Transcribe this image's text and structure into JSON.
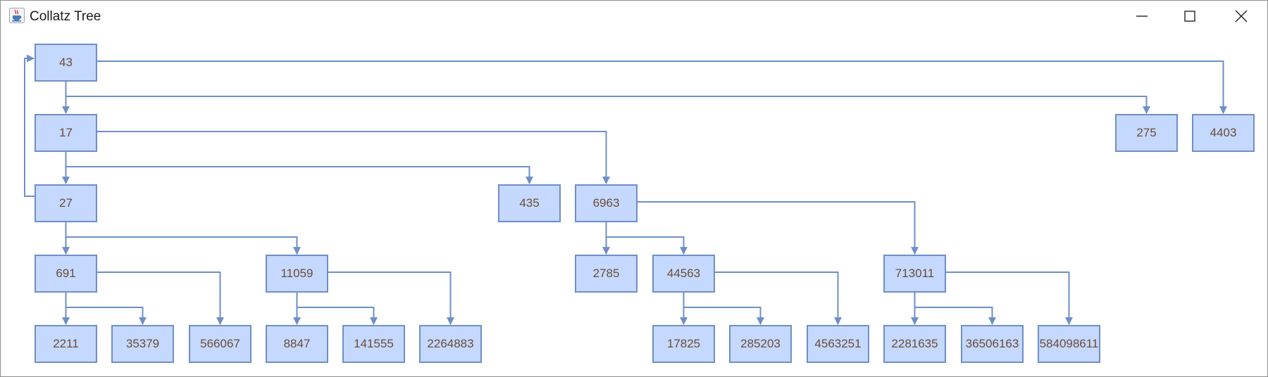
{
  "window": {
    "title": "Collatz Tree",
    "app_icon": "java-coffee-cup-icon",
    "controls": [
      "minimize-icon",
      "maximize-icon",
      "close-icon"
    ]
  },
  "colors": {
    "node_fill": "#c5d8fd",
    "node_border": "#6e8fc7",
    "edge": "#6e8fc7",
    "text": "#6a4d3a"
  },
  "tree": {
    "nodes": [
      {
        "id": "n43",
        "label": "43"
      },
      {
        "id": "n17",
        "label": "17"
      },
      {
        "id": "n27",
        "label": "27"
      },
      {
        "id": "n691",
        "label": "691"
      },
      {
        "id": "n11059",
        "label": "11059"
      },
      {
        "id": "n2211",
        "label": "2211"
      },
      {
        "id": "n35379",
        "label": "35379"
      },
      {
        "id": "n566067",
        "label": "566067"
      },
      {
        "id": "n8847",
        "label": "8847"
      },
      {
        "id": "n141555",
        "label": "141555"
      },
      {
        "id": "n2264883",
        "label": "2264883"
      },
      {
        "id": "n435",
        "label": "435"
      },
      {
        "id": "n6963",
        "label": "6963"
      },
      {
        "id": "n2785",
        "label": "2785"
      },
      {
        "id": "n44563",
        "label": "44563"
      },
      {
        "id": "n713011",
        "label": "713011"
      },
      {
        "id": "n17825",
        "label": "17825"
      },
      {
        "id": "n285203",
        "label": "285203"
      },
      {
        "id": "n4563251",
        "label": "4563251"
      },
      {
        "id": "n2281635",
        "label": "2281635"
      },
      {
        "id": "n36506163",
        "label": "36506163"
      },
      {
        "id": "n584098611",
        "label": "584098611"
      },
      {
        "id": "n275",
        "label": "275"
      },
      {
        "id": "n4403",
        "label": "4403"
      }
    ],
    "edges": [
      [
        "n43",
        "n17"
      ],
      [
        "n43",
        "n275"
      ],
      [
        "n43",
        "n4403"
      ],
      [
        "n17",
        "n27"
      ],
      [
        "n17",
        "n435"
      ],
      [
        "n17",
        "n6963"
      ],
      [
        "n27",
        "n691"
      ],
      [
        "n27",
        "n11059"
      ],
      [
        "n27",
        "n43"
      ],
      [
        "n691",
        "n2211"
      ],
      [
        "n691",
        "n35379"
      ],
      [
        "n691",
        "n566067"
      ],
      [
        "n11059",
        "n8847"
      ],
      [
        "n11059",
        "n141555"
      ],
      [
        "n11059",
        "n2264883"
      ],
      [
        "n6963",
        "n2785"
      ],
      [
        "n6963",
        "n44563"
      ],
      [
        "n6963",
        "n713011"
      ],
      [
        "n44563",
        "n17825"
      ],
      [
        "n44563",
        "n285203"
      ],
      [
        "n44563",
        "n4563251"
      ],
      [
        "n713011",
        "n2281635"
      ],
      [
        "n713011",
        "n36506163"
      ],
      [
        "n713011",
        "n584098611"
      ]
    ]
  }
}
